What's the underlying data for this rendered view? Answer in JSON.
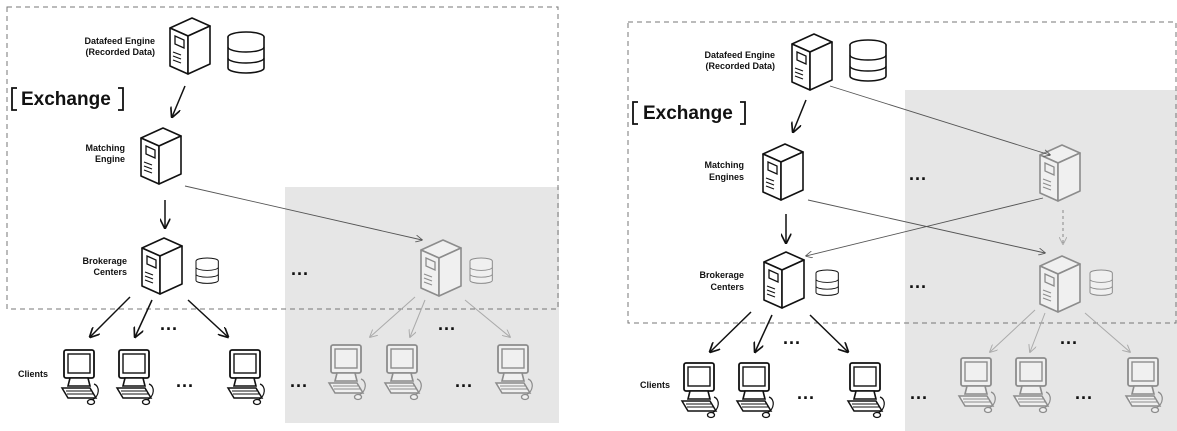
{
  "left_diagram": {
    "datafeed_label_1": "Datafeed Engine",
    "datafeed_label_2": "(Recorded Data)",
    "exchange_label": "Exchange",
    "matching_label_1": "Matching",
    "matching_label_2": "Engine",
    "brokerage_label_1": "Brokerage",
    "brokerage_label_2": "Centers",
    "clients_label": "Clients",
    "ellipsis": "..."
  },
  "right_diagram": {
    "datafeed_label_1": "Datafeed Engine",
    "datafeed_label_2": "(Recorded Data)",
    "exchange_label": "Exchange",
    "matching_label_1": "Matching",
    "matching_label_2": "Engines",
    "brokerage_label_1": "Brokerage",
    "brokerage_label_2": "Centers",
    "clients_label": "Clients",
    "ellipsis": "..."
  },
  "icons": [
    "server-icon",
    "database-icon",
    "computer-icon",
    "arrow-icon"
  ],
  "colors": {
    "shaded_region": "#e6e6e6",
    "line": "#222222",
    "faint": "#9a9a9a"
  }
}
